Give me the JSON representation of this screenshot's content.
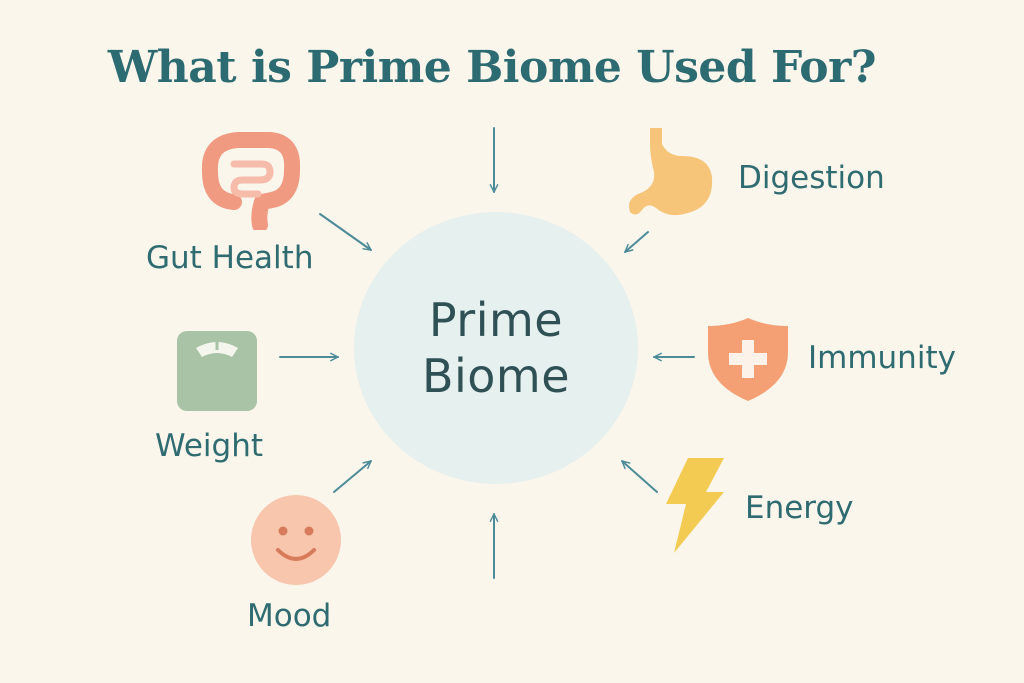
{
  "title": "What is Prime Biome Used For?",
  "hub": {
    "line1": "Prime",
    "line2": "Biome"
  },
  "benefits": [
    {
      "label": "Gut Health",
      "icon": "intestine-icon",
      "color": "#f09a82"
    },
    {
      "label": "Digestion",
      "icon": "stomach-icon",
      "color": "#f6c57a"
    },
    {
      "label": "Weight",
      "icon": "scale-icon",
      "color": "#a8c3a5"
    },
    {
      "label": "Immunity",
      "icon": "shield-plus-icon",
      "color": "#f4a074"
    },
    {
      "label": "Energy",
      "icon": "lightning-icon",
      "color": "#f3cb52"
    },
    {
      "label": "Mood",
      "icon": "smiley-icon",
      "color": "#f8c6ad"
    }
  ],
  "colors": {
    "background": "#fbf6ec",
    "title": "#2c6b72",
    "arrow": "#4c8b98",
    "hub": "#e6f0ef"
  }
}
